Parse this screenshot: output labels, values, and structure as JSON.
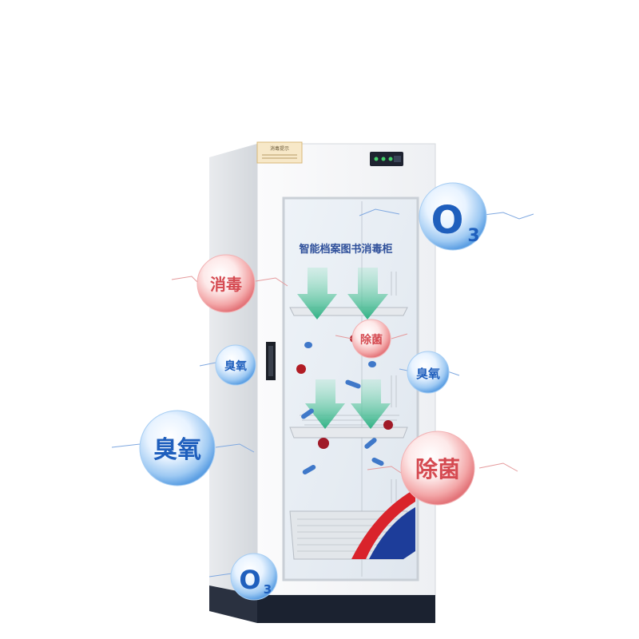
{
  "cabinet": {
    "label_plate": "消毒提示",
    "door_title": "智能档案图书消毒柜"
  },
  "bubbles": {
    "o3_large": {
      "main": "O",
      "sub": "3"
    },
    "o3_small": {
      "main": "O",
      "sub": "3"
    },
    "disinfect": "消毒",
    "sterilize_small": "除菌",
    "sterilize_large": "除菌",
    "ozone_left_small": "臭氧",
    "ozone_right_small": "臭氧",
    "ozone_left_large": "臭氧"
  },
  "colors": {
    "body": "#f4f5f7",
    "glass": "#e3eaf1",
    "arrow": "#3fbf93",
    "bubble_blue": "#3a7fd0",
    "bubble_red": "#e0686c",
    "base": "#1b2230",
    "stripe_red": "#d9232b",
    "stripe_blue": "#1d3d9a"
  }
}
